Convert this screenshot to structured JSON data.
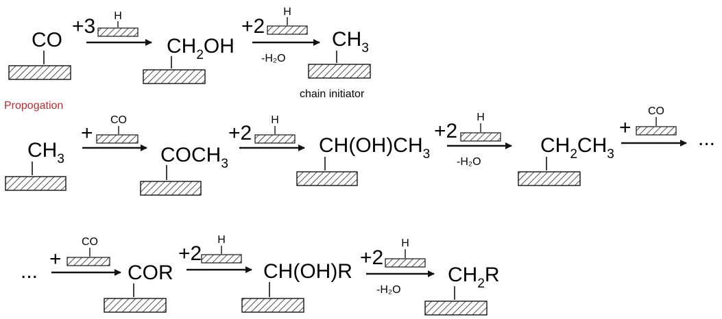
{
  "initiation": {
    "species": [
      "CO",
      "CH₂OH",
      "CH₃"
    ],
    "steps": [
      {
        "coef": "+3",
        "adsorbate": "H",
        "byproduct": ""
      },
      {
        "coef": "+2",
        "adsorbate": "H",
        "byproduct": "-H₂O"
      }
    ],
    "caption": "chain initiator"
  },
  "propagation": {
    "heading": "Propogation",
    "heading_color": "#c0282d",
    "species": [
      "CH₃",
      "COCH₃",
      "CH(OH)CH₃",
      "CH₂CH₃"
    ],
    "steps": [
      {
        "coef": "+",
        "adsorbate": "CO",
        "byproduct": ""
      },
      {
        "coef": "+2",
        "adsorbate": "H",
        "byproduct": ""
      },
      {
        "coef": "+2",
        "adsorbate": "H",
        "byproduct": "-H₂O"
      },
      {
        "coef": "+",
        "adsorbate": "CO",
        "byproduct": ""
      }
    ],
    "continuation": "..."
  },
  "termination": {
    "lead": "...",
    "species": [
      "COR",
      "CH(OH)R",
      "CH₂R"
    ],
    "steps": [
      {
        "coef": "+",
        "adsorbate": "CO",
        "byproduct": ""
      },
      {
        "coef": "+2",
        "adsorbate": "H",
        "byproduct": ""
      },
      {
        "coef": "+2",
        "adsorbate": "H",
        "byproduct": "-H₂O"
      }
    ]
  }
}
